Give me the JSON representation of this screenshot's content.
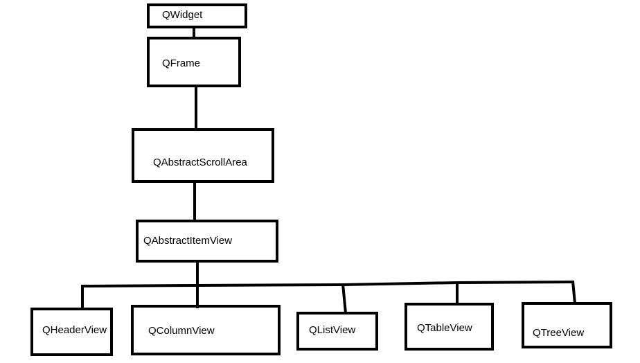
{
  "diagram": {
    "nodes": [
      {
        "id": "qwidget",
        "label": "QWidget"
      },
      {
        "id": "qframe",
        "label": "QFrame"
      },
      {
        "id": "qabstractscrollarea",
        "label": "QAbstractScrollArea"
      },
      {
        "id": "qabstractitemview",
        "label": "QAbstractItemView"
      },
      {
        "id": "qheaderview",
        "label": "QHeaderView"
      },
      {
        "id": "qcolumnview",
        "label": "QColumnView"
      },
      {
        "id": "qlistview",
        "label": "QListView"
      },
      {
        "id": "qtableview",
        "label": "QTableView"
      },
      {
        "id": "qtreeview",
        "label": "QTreeView"
      }
    ],
    "edges": [
      {
        "from": "qwidget",
        "to": "qframe"
      },
      {
        "from": "qframe",
        "to": "qabstractscrollarea"
      },
      {
        "from": "qabstractscrollarea",
        "to": "qabstractitemview"
      },
      {
        "from": "qabstractitemview",
        "to": "qheaderview"
      },
      {
        "from": "qabstractitemview",
        "to": "qcolumnview"
      },
      {
        "from": "qabstractitemview",
        "to": "qlistview"
      },
      {
        "from": "qabstractitemview",
        "to": "qtableview"
      },
      {
        "from": "qabstractitemview",
        "to": "qtreeview"
      }
    ],
    "colors": {
      "stroke": "#000000",
      "background": "#ffffff"
    }
  }
}
